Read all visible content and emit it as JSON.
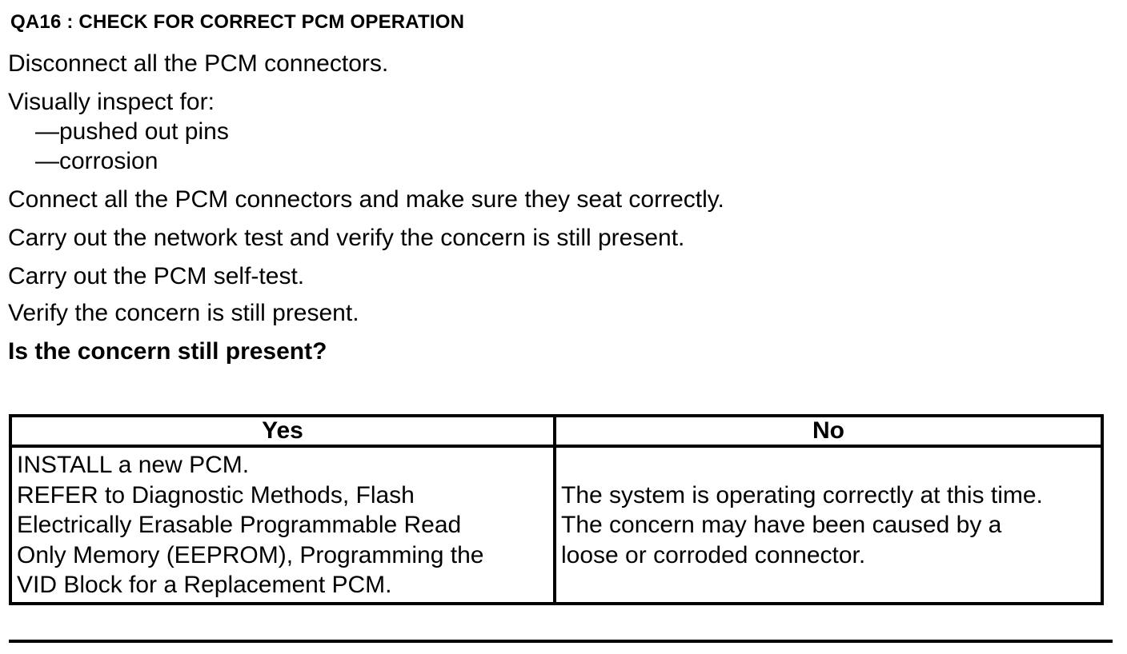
{
  "heading": "QA16 : CHECK FOR CORRECT PCM OPERATION",
  "steps": {
    "disconnect": "Disconnect all the PCM connectors.",
    "inspect": "Visually inspect for:",
    "inspect_items": [
      "—pushed out pins",
      "—corrosion"
    ],
    "connect": "Connect all the PCM connectors and make sure they seat correctly.",
    "network_test": "Carry out the network test and verify the concern is still present.",
    "self_test": "Carry out the PCM self-test.",
    "verify": "Verify the concern is still present."
  },
  "question": "Is the concern still present?",
  "table": {
    "headers": [
      "Yes",
      "No"
    ],
    "yes_lines": [
      "INSTALL a new PCM.",
      "REFER to Diagnostic Methods, Flash",
      "Electrically Erasable Programmable Read",
      "Only Memory  (EEPROM), Programming the",
      "VID Block for a Replacement PCM."
    ],
    "no_lines": [
      "The system is operating correctly at this time.",
      "The concern may have been caused by a",
      "loose or corroded connector."
    ]
  }
}
